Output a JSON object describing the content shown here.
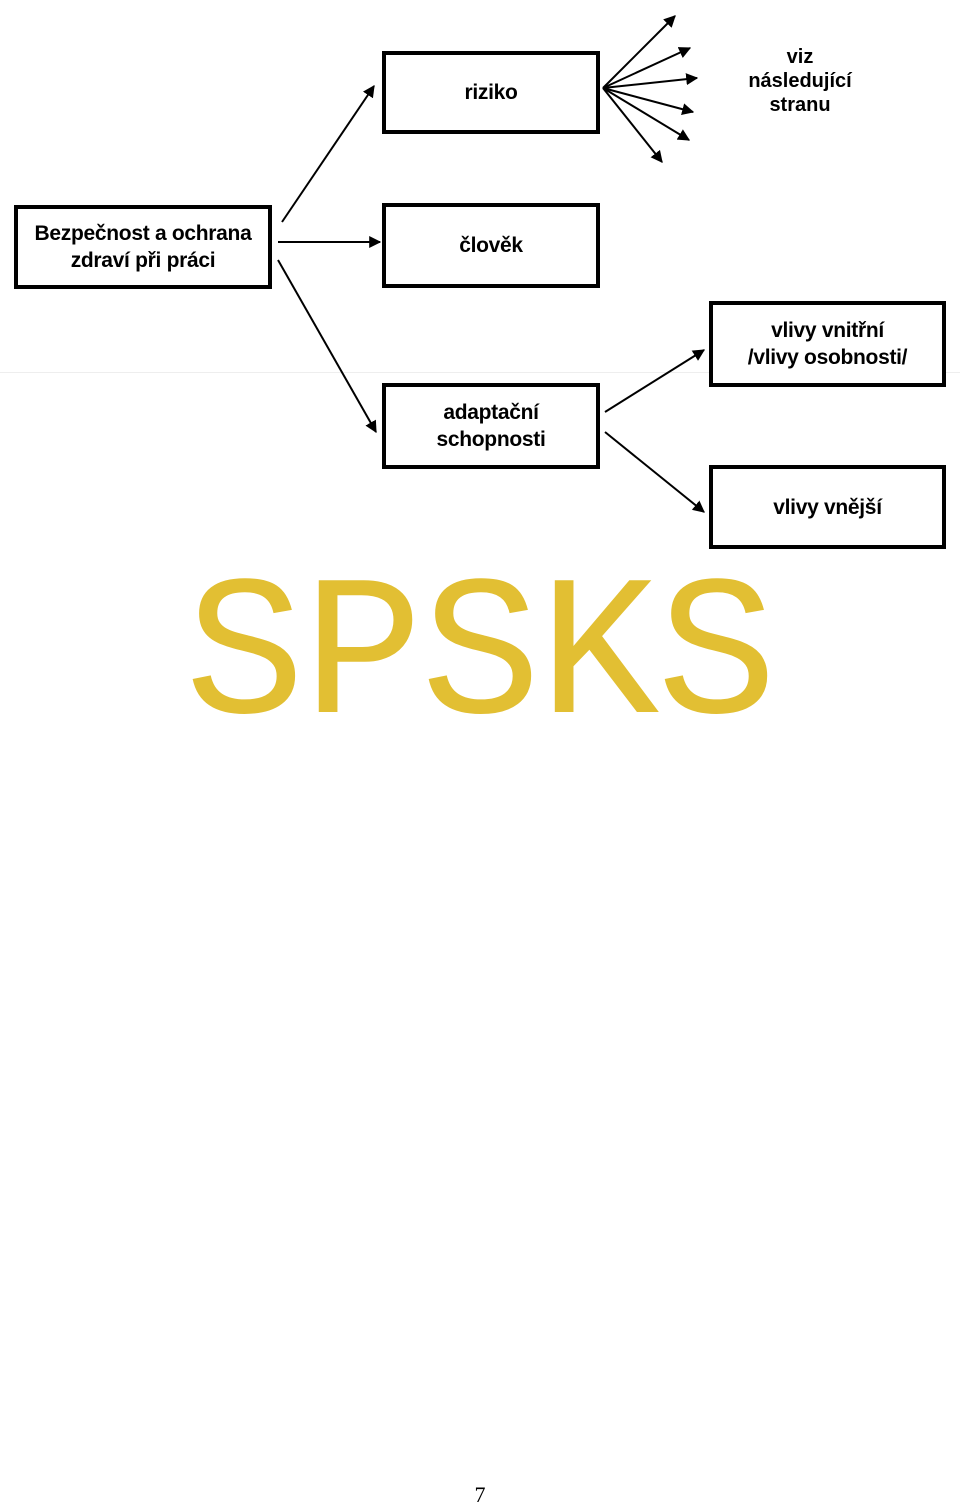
{
  "diagram": {
    "root": {
      "label": "Bezpečnost a ochrana\nzdraví při práci"
    },
    "risk": {
      "label": "riziko"
    },
    "human": {
      "label": "člověk"
    },
    "adaptation": {
      "label": "adaptační\nschopnosti"
    },
    "next_page_note": {
      "label": "viz\nnásledující\nstranu"
    },
    "internal": {
      "label": "vlivy vnitřní\n/vlivy osobnosti/"
    },
    "external": {
      "label": "vlivy vnější"
    }
  },
  "watermark": {
    "text": "SPSKS",
    "color": "#e2bf33"
  },
  "page": {
    "number": "7"
  }
}
